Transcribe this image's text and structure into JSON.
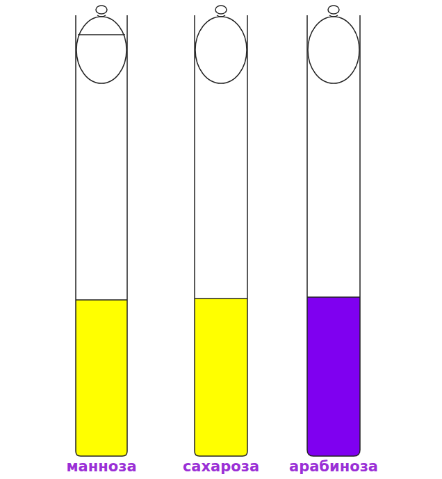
{
  "diagram": {
    "labels": [
      "манноза",
      "сахароза",
      "арабиноза"
    ]
  }
}
